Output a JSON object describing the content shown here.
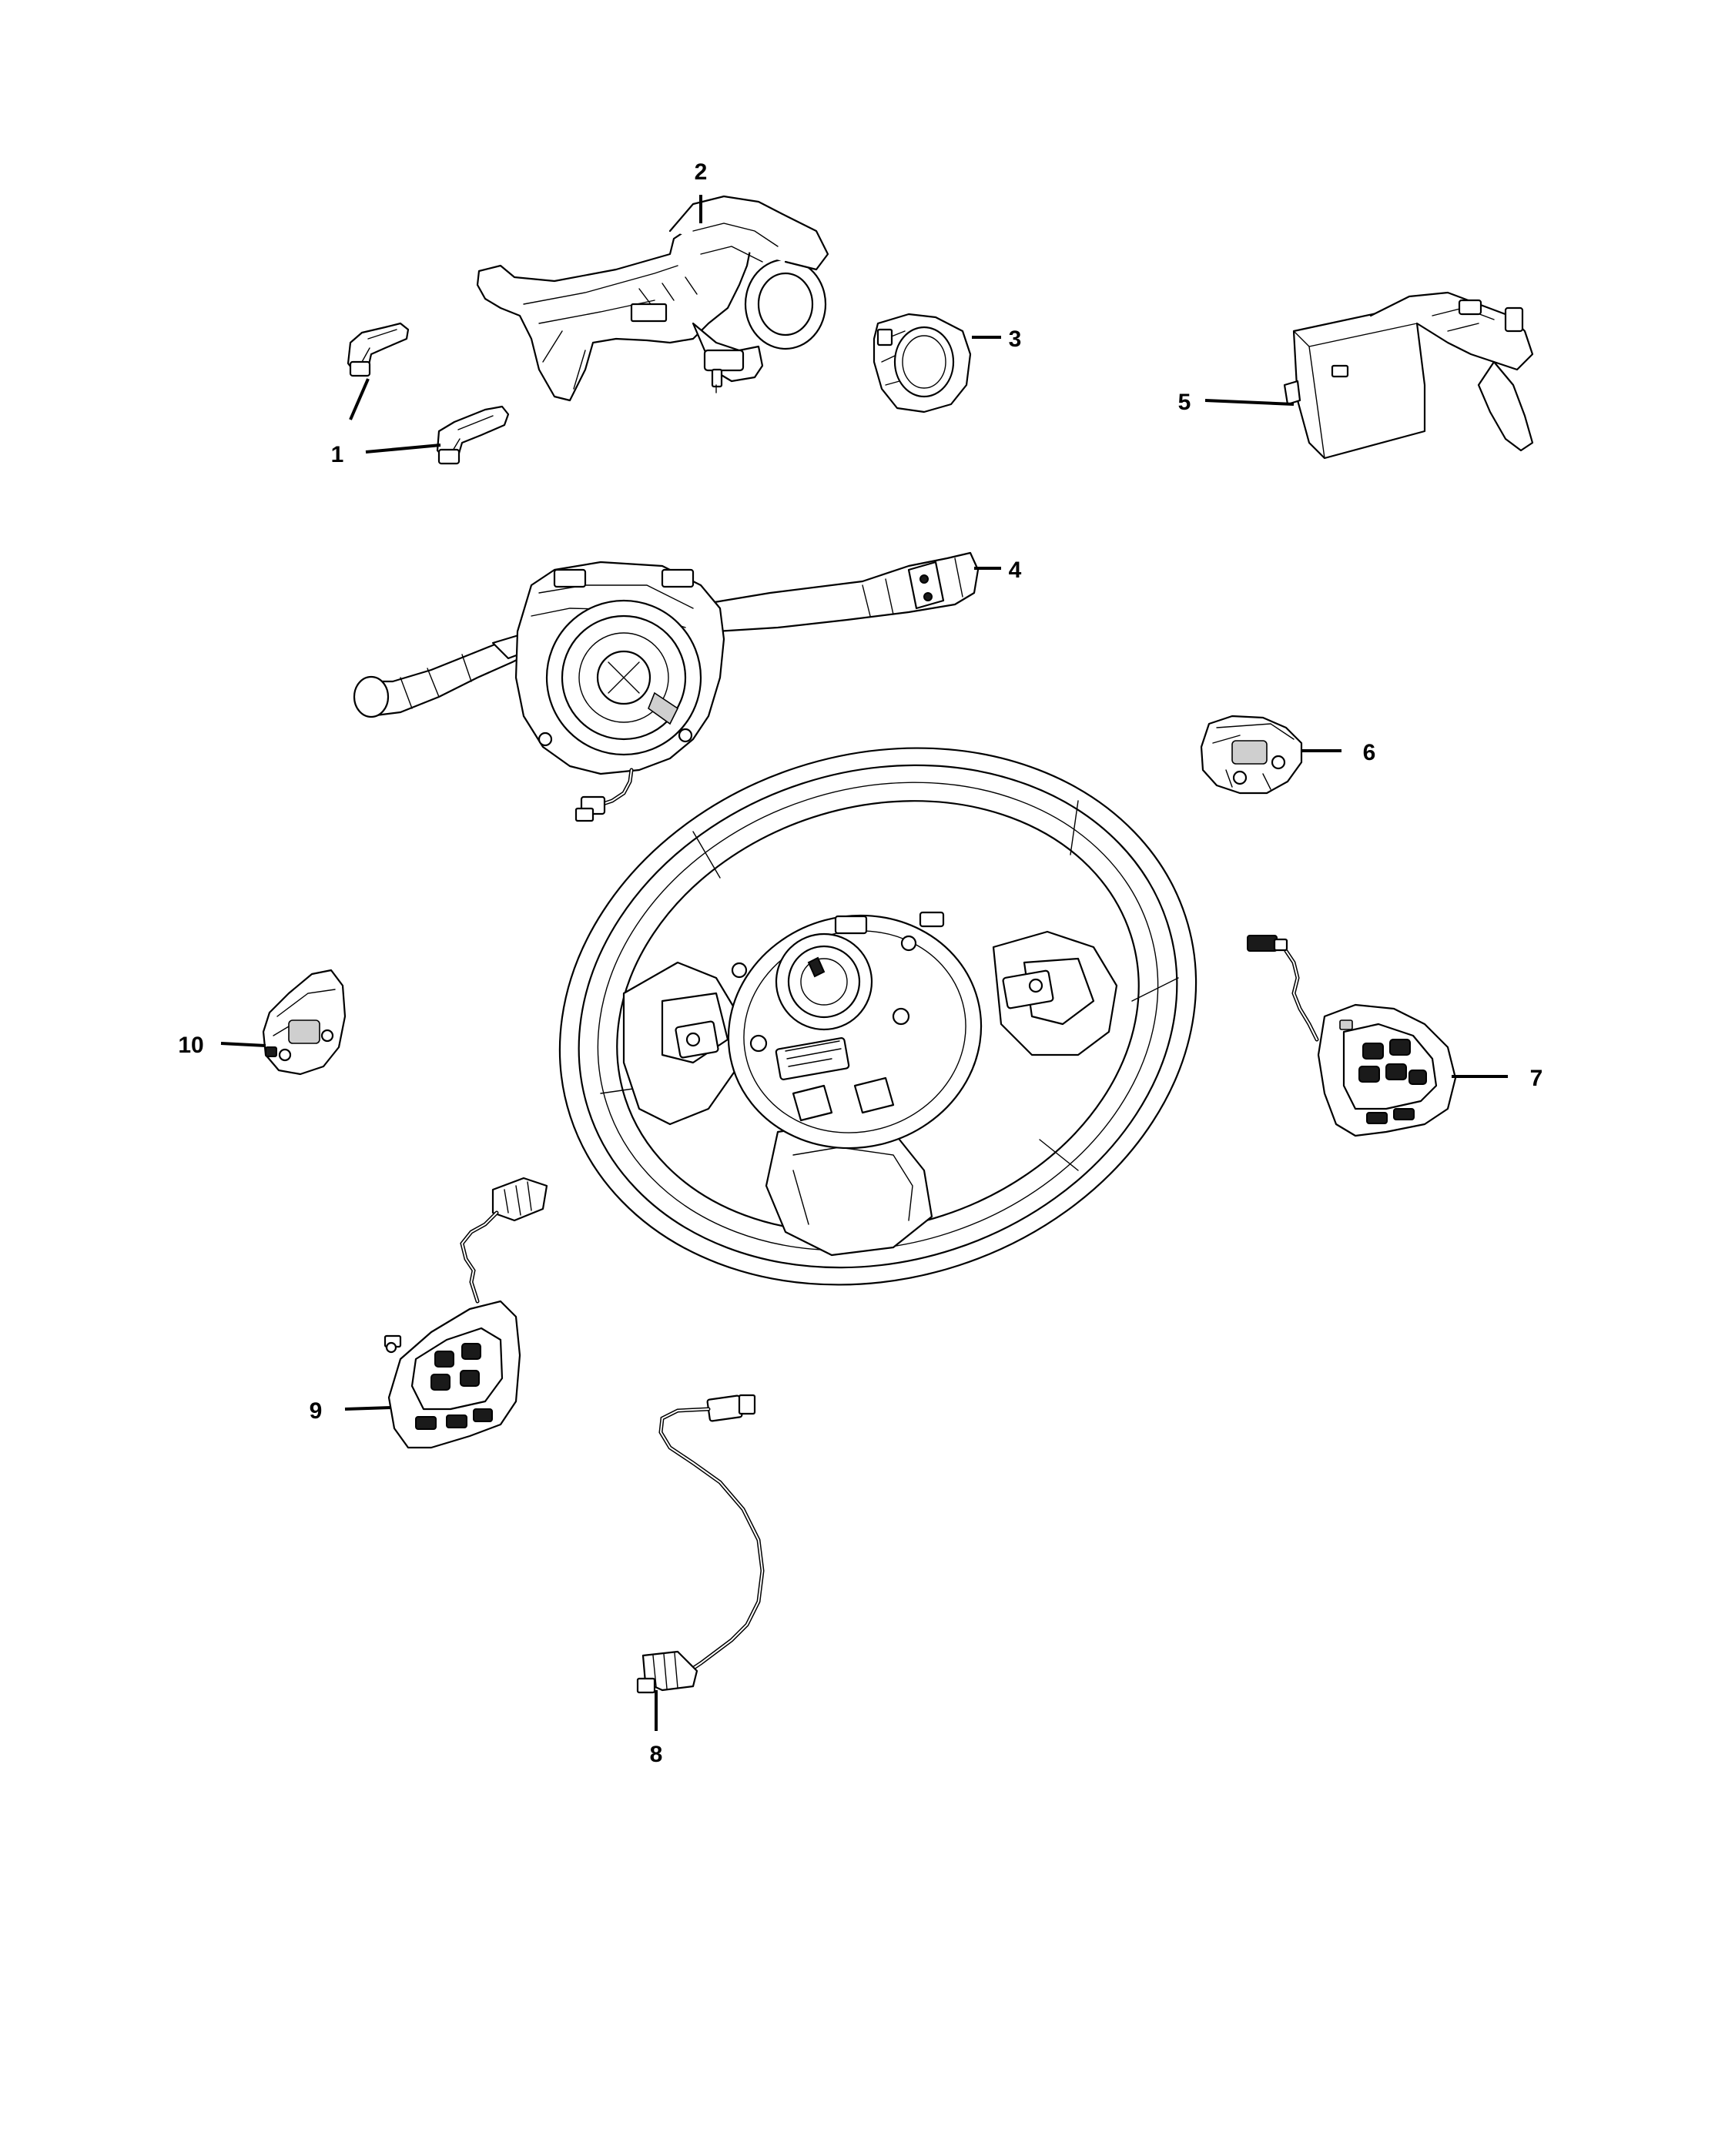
{
  "diagram": {
    "callouts": [
      {
        "id": "1",
        "label": "1"
      },
      {
        "id": "2",
        "label": "2"
      },
      {
        "id": "3",
        "label": "3"
      },
      {
        "id": "4",
        "label": "4"
      },
      {
        "id": "5",
        "label": "5"
      },
      {
        "id": "6",
        "label": "6"
      },
      {
        "id": "7",
        "label": "7"
      },
      {
        "id": "8",
        "label": "8"
      },
      {
        "id": "9",
        "label": "9"
      },
      {
        "id": "10",
        "label": "10"
      }
    ],
    "parts": [
      "shift-lever-buttons",
      "steering-column-shroud-lock-housing",
      "ignition-ring",
      "multifunction-switch-clockspring",
      "column-control-module",
      "small-switch-cover-right",
      "right-steering-wheel-switch",
      "wire-harness",
      "left-steering-wheel-switch",
      "small-switch-cover-left",
      "steering-wheel"
    ]
  }
}
